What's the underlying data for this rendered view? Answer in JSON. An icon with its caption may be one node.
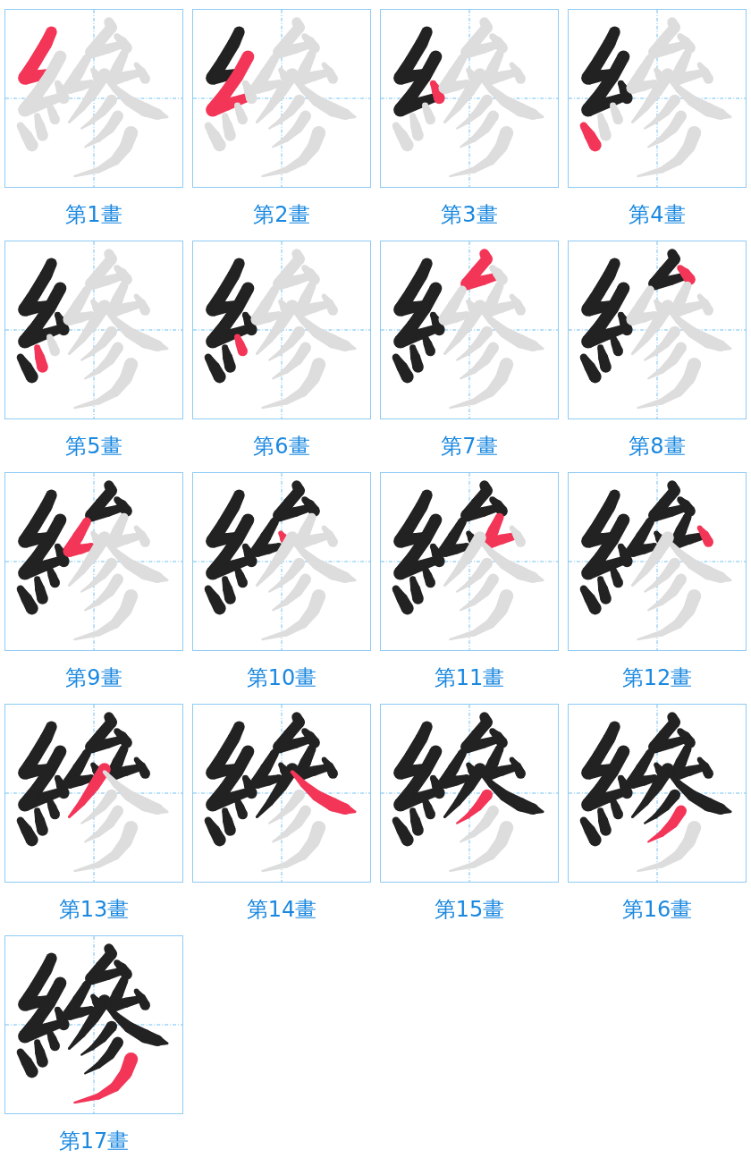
{
  "diagram": {
    "nodes": [
      {
        "text": [
          "第1畫"
        ]
      },
      {
        "text": [
          "第2畫"
        ]
      },
      {
        "text": [
          "第3畫"
        ]
      },
      {
        "text": [
          "第4畫"
        ]
      },
      {
        "text": [
          "第5畫"
        ]
      },
      {
        "text": [
          "第6畫"
        ]
      },
      {
        "text": [
          "第7畫"
        ]
      },
      {
        "text": [
          "第8畫"
        ]
      },
      {
        "text": [
          "第9畫"
        ]
      },
      {
        "text": [
          "第10畫"
        ]
      },
      {
        "text": [
          "第11畫"
        ]
      },
      {
        "text": [
          "第12畫"
        ]
      },
      {
        "text": [
          "第13畫"
        ]
      },
      {
        "text": [
          "第14畫"
        ]
      },
      {
        "text": [
          "第15畫"
        ]
      },
      {
        "text": [
          "第16畫"
        ]
      },
      {
        "text": [
          "第17畫"
        ]
      }
    ]
  }
}
